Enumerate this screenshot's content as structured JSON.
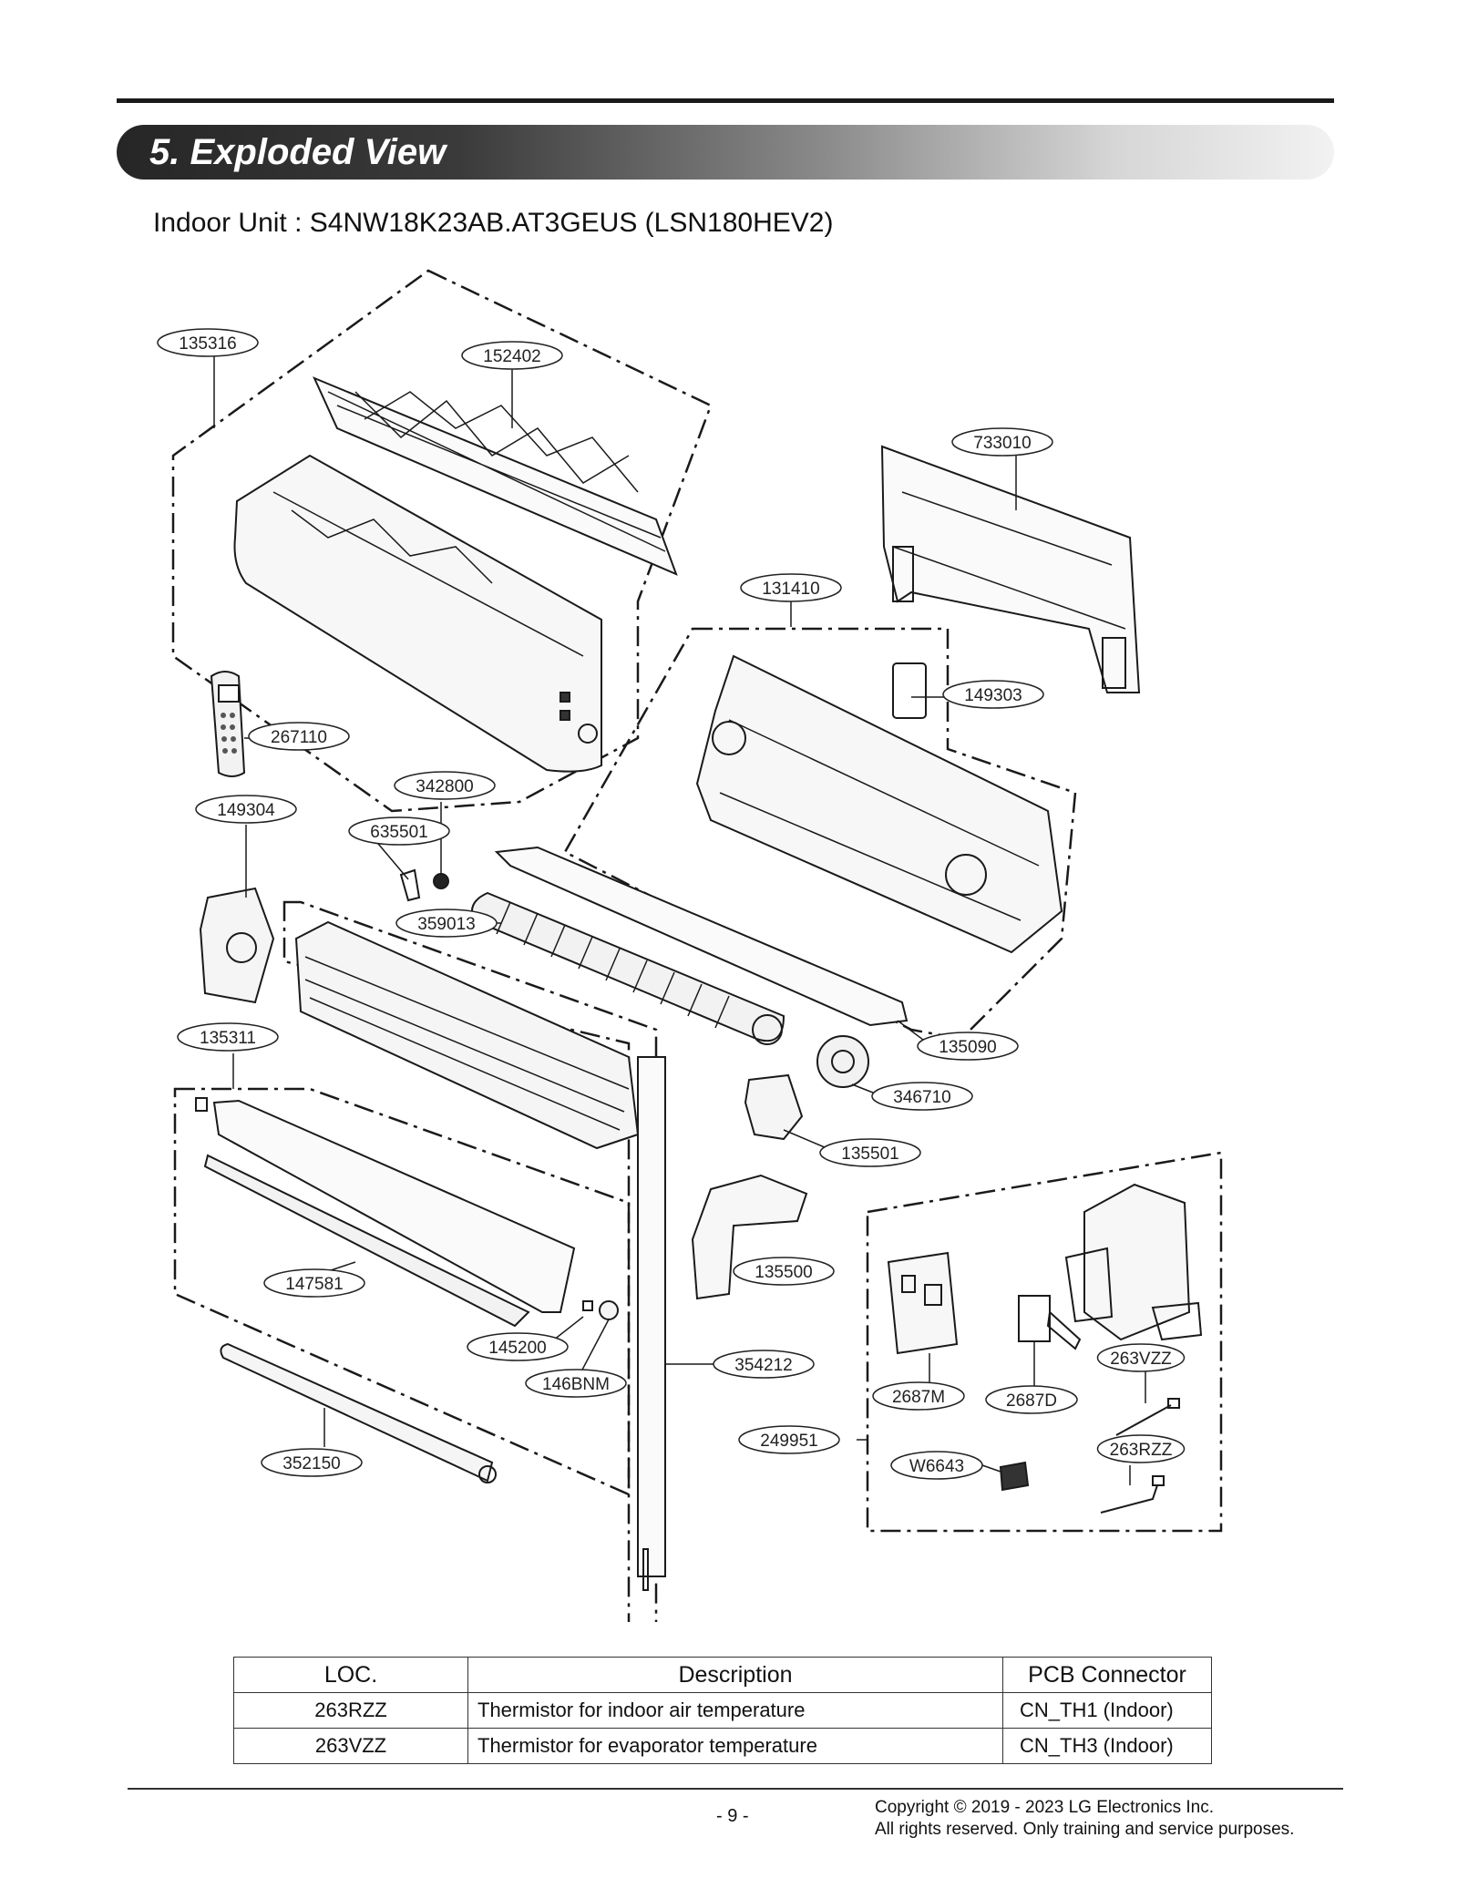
{
  "section": {
    "title": "5. Exploded View"
  },
  "subtitle": "Indoor Unit : S4NW18K23AB.AT3GEUS (LSN180HEV2)",
  "parts": [
    "135316",
    "152402",
    "733010",
    "131410",
    "149303",
    "267110",
    "342800",
    "149304",
    "635501",
    "359013",
    "135090",
    "346710",
    "135501",
    "135311",
    "135500",
    "147581",
    "145200",
    "146BNM",
    "354212",
    "263VZZ",
    "2687M",
    "2687D",
    "249951",
    "W6643",
    "263RZZ",
    "352150"
  ],
  "legend": {
    "headers": {
      "loc": "LOC.",
      "description": "Description",
      "connector": "PCB Connector"
    },
    "rows": [
      {
        "loc": "263RZZ",
        "description": "Thermistor for indoor air temperature",
        "connector": "CN_TH1 (Indoor)"
      },
      {
        "loc": "263VZZ",
        "description": "Thermistor for evaporator temperature",
        "connector": "CN_TH3 (Indoor)"
      }
    ]
  },
  "footer": {
    "page": "- 9 -",
    "copyright_line1": "Copyright © 2019 - 2023 LG Electronics Inc.",
    "copyright_line2": "All rights reserved. Only training and service purposes."
  }
}
